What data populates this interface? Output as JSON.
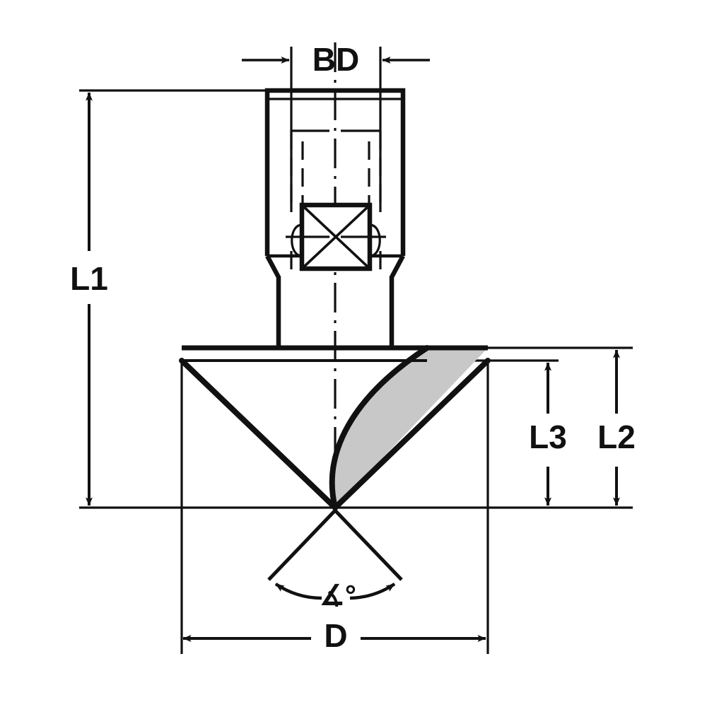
{
  "drawing": {
    "title": "Countersink cutter technical dimension drawing",
    "background_color": "#ffffff",
    "line_color": "#111111",
    "flute_fill_color": "#c8c8c8",
    "dimension_labels": {
      "bd": "BD",
      "l1": "L1",
      "l2": "L2",
      "l3": "L3",
      "d": "D",
      "angle": "∡°"
    },
    "callouts": [
      {
        "id": "bd",
        "label": "BD",
        "orientation": "horizontal",
        "position": "top",
        "measures": "shank bore diameter"
      },
      {
        "id": "l1",
        "label": "L1",
        "orientation": "vertical",
        "position": "left",
        "measures": "overall length"
      },
      {
        "id": "l2",
        "label": "L2",
        "orientation": "vertical",
        "position": "right-outer",
        "measures": "head height from top face"
      },
      {
        "id": "l3",
        "label": "L3",
        "orientation": "vertical",
        "position": "right-inner",
        "measures": "cutting head height"
      },
      {
        "id": "d",
        "label": "D",
        "orientation": "horizontal",
        "position": "bottom",
        "measures": "head diameter"
      },
      {
        "id": "angle",
        "label": "∡°",
        "orientation": "arc",
        "position": "bottom-center",
        "measures": "included point angle"
      }
    ]
  }
}
